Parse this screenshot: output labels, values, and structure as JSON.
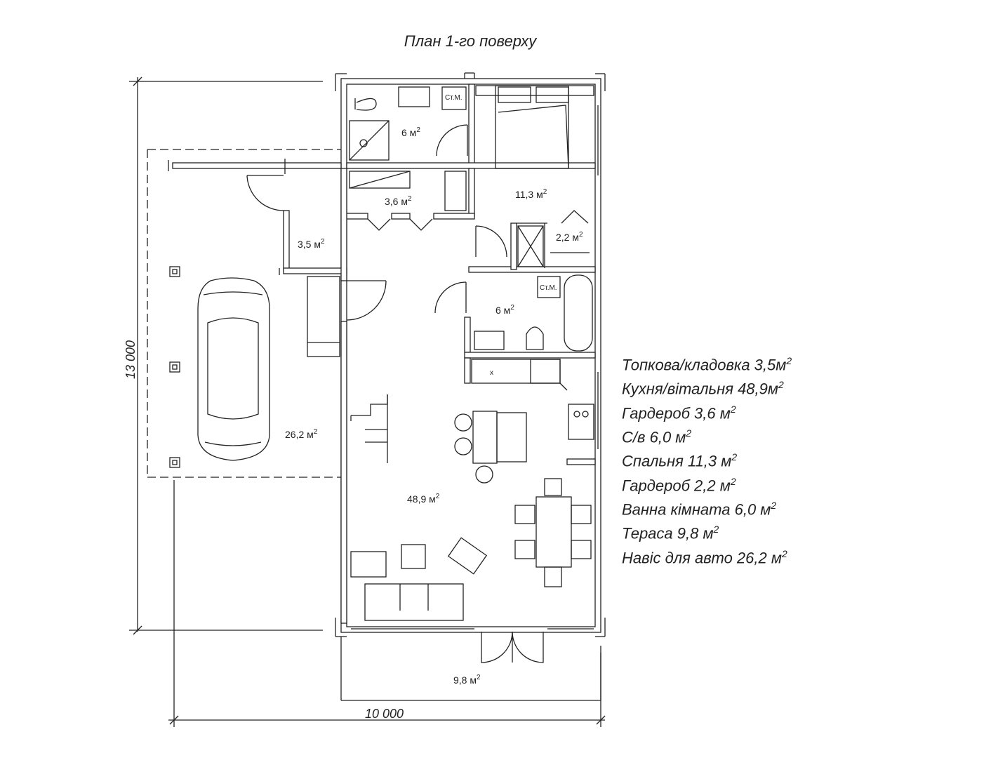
{
  "title": "План 1-го поверху",
  "dimensions": {
    "height": "13 000",
    "width": "10 000"
  },
  "rooms": [
    {
      "id": "bath-top",
      "area": "6 м",
      "sup": "2"
    },
    {
      "id": "wardrobe-top",
      "area": "3,6 м",
      "sup": "2"
    },
    {
      "id": "bedroom",
      "area": "11,3 м",
      "sup": "2"
    },
    {
      "id": "boiler",
      "area": "3,5 м",
      "sup": "2"
    },
    {
      "id": "wardrobe-small",
      "area": "2,2 м",
      "sup": "2"
    },
    {
      "id": "bath-mid",
      "area": "6 м",
      "sup": "2"
    },
    {
      "id": "carport",
      "area": "26,2 м",
      "sup": "2"
    },
    {
      "id": "living",
      "area": "48,9 м",
      "sup": "2"
    },
    {
      "id": "terrace",
      "area": "9,8 м",
      "sup": "2"
    }
  ],
  "labels": {
    "washer": "Ст.М.",
    "stove_mark": "х"
  },
  "legend": [
    {
      "text": "Топкова/кладовка 3,5м",
      "sup": "2"
    },
    {
      "text": "Кухня/вітальня 48,9м",
      "sup": "2"
    },
    {
      "text": "Гардероб 3,6 м",
      "sup": "2"
    },
    {
      "text": "С/в 6,0 м",
      "sup": "2"
    },
    {
      "text": "Спальня 11,3 м",
      "sup": "2"
    },
    {
      "text": "Гардероб 2,2 м",
      "sup": "2"
    },
    {
      "text": "Ванна кімната 6,0 м",
      "sup": "2"
    },
    {
      "text": "Тераса 9,8 м",
      "sup": "2"
    },
    {
      "text": "Навіс для авто 26,2 м",
      "sup": "2"
    }
  ]
}
